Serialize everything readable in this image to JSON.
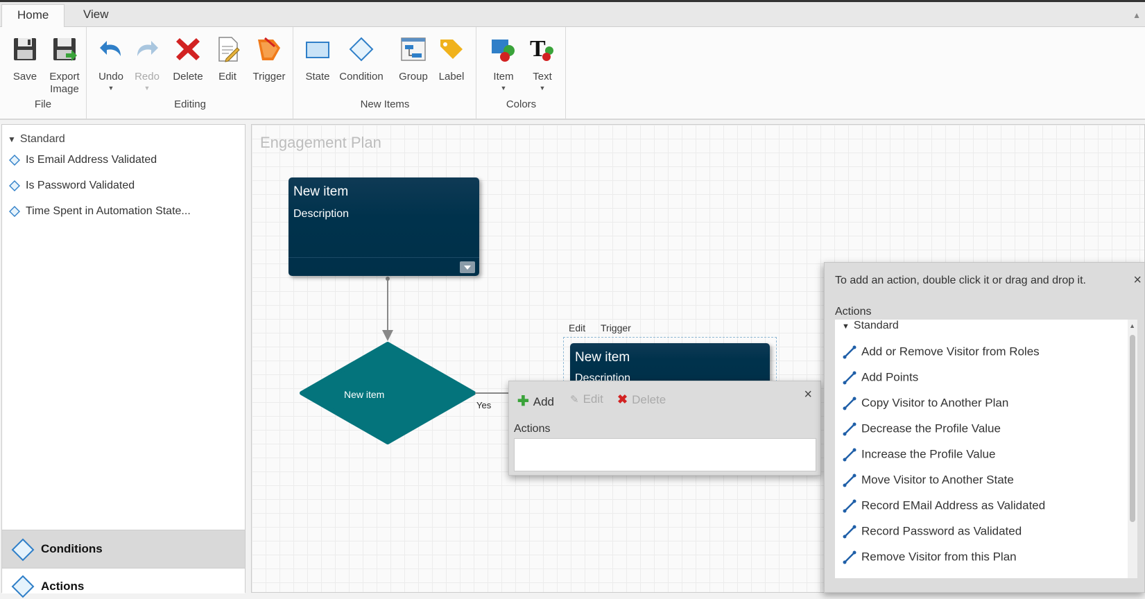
{
  "tabs": [
    {
      "label": "Home",
      "active": true
    },
    {
      "label": "View",
      "active": false
    }
  ],
  "ribbon": {
    "groups": {
      "file": "File",
      "editing": "Editing",
      "new_items": "New Items",
      "colors": "Colors"
    },
    "buttons": {
      "save": "Save",
      "export_line1": "Export",
      "export_line2": "Image",
      "undo": "Undo",
      "redo": "Redo",
      "delete": "Delete",
      "edit": "Edit",
      "trigger": "Trigger",
      "state": "State",
      "condition": "Condition",
      "group": "Group",
      "label": "Label",
      "item": "Item",
      "text": "Text"
    }
  },
  "left_panel": {
    "header": "Standard",
    "items": [
      "Is Email Address Validated",
      "Is Password Validated",
      "Time Spent in Automation State..."
    ],
    "accordion": {
      "conditions": "Conditions",
      "actions": "Actions"
    }
  },
  "canvas": {
    "title": "Engagement Plan",
    "state1": {
      "title": "New item",
      "description": "Description"
    },
    "condition_label": "New item",
    "yes_label": "Yes",
    "state2": {
      "title": "New item",
      "description": "Description"
    },
    "selection_tools": {
      "edit": "Edit",
      "trigger": "Trigger"
    }
  },
  "popup_actions": {
    "add": "Add",
    "edit": "Edit",
    "delete": "Delete",
    "close": "×",
    "actions_label": "Actions"
  },
  "popup_library": {
    "hint": "To add an action, double click it or drag and drop it.",
    "close": "×",
    "actions_label": "Actions",
    "group": "Standard",
    "items": [
      "Add or Remove Visitor from Roles",
      "Add Points",
      "Copy Visitor to Another Plan",
      "Decrease the Profile Value",
      "Increase the Profile Value",
      "Move Visitor to Another State",
      "Record EMail Address as Validated",
      "Record Password as Validated",
      "Remove Visitor from this Plan"
    ]
  },
  "colors": {
    "state_fill": "#003049",
    "condition_fill": "#04747c",
    "accent_blue": "#2f7fc8",
    "delete_red": "#d22222",
    "add_green": "#3aa33a"
  }
}
